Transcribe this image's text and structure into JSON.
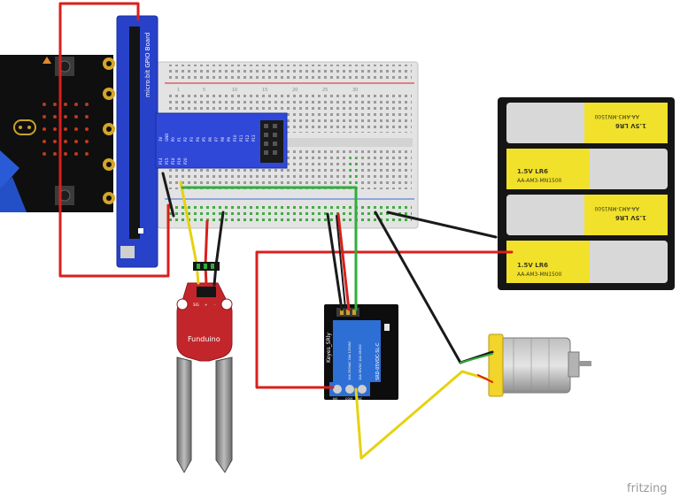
{
  "diagram": {
    "microbit": {
      "gpio_board_label": "micro:bit GPIO Board",
      "pin_labels": [
        "3V",
        "GND",
        "P0",
        "P1",
        "P2",
        "P3",
        "P4",
        "P5",
        "P6",
        "P7",
        "P8",
        "P9",
        "P10",
        "P11",
        "P12",
        "P13",
        "P14",
        "P15",
        "P16",
        "P19",
        "P20"
      ]
    },
    "moisture_sensor": {
      "brand": "Funduino",
      "pin_labels": [
        "SIG",
        "+",
        "-"
      ]
    },
    "relay": {
      "name": "Keyes_SRly",
      "model": "SRD-05VDC-SL-C",
      "ratings": [
        "10A 250VAC 10A 125VAC",
        "10A 30VDC 10A 28VDC"
      ],
      "terminal_labels": [
        "NO",
        "COM",
        "NC"
      ]
    },
    "battery": {
      "cells": [
        {
          "type": "1.5V LR6",
          "model": "AA-AM3-MN1500"
        },
        {
          "type": "1.5V LR6",
          "model": "AA-AM3-MN1500"
        },
        {
          "type": "1.5V LR6",
          "model": "AA-AM3-MN1500"
        },
        {
          "type": "1.5V LR6",
          "model": "AA-AM3-MN1500"
        }
      ]
    },
    "breadboard": {
      "column_numbers": [
        "1",
        "5",
        "10",
        "15",
        "20",
        "25",
        "30"
      ]
    },
    "watermark": "fritzing",
    "wire_colors": {
      "red": "#d9201c",
      "black": "#1a1a1a",
      "green": "#2fae3a",
      "yellow": "#e6d20f"
    }
  }
}
